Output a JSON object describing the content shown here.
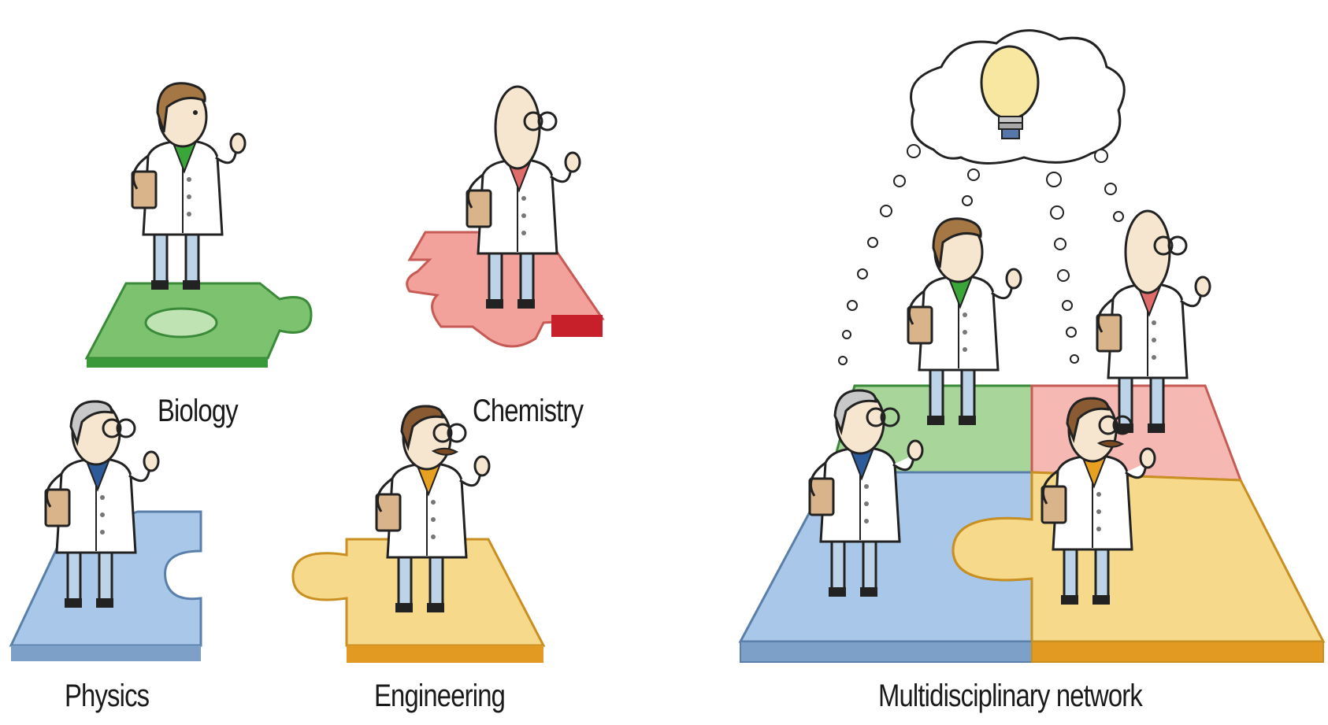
{
  "labels": {
    "biology": "Biology",
    "chemistry": "Chemistry",
    "physics": "Physics",
    "engineering": "Engineering",
    "network": "Multidisciplinary network"
  },
  "colors": {
    "biology": "#5cb85c",
    "chemistry": "#ee8a85",
    "physics": "#8fb3dc",
    "engineering": "#f2c24a",
    "outline": "#222222",
    "coat": "#ffffff",
    "skin": "#f6e6cf"
  }
}
